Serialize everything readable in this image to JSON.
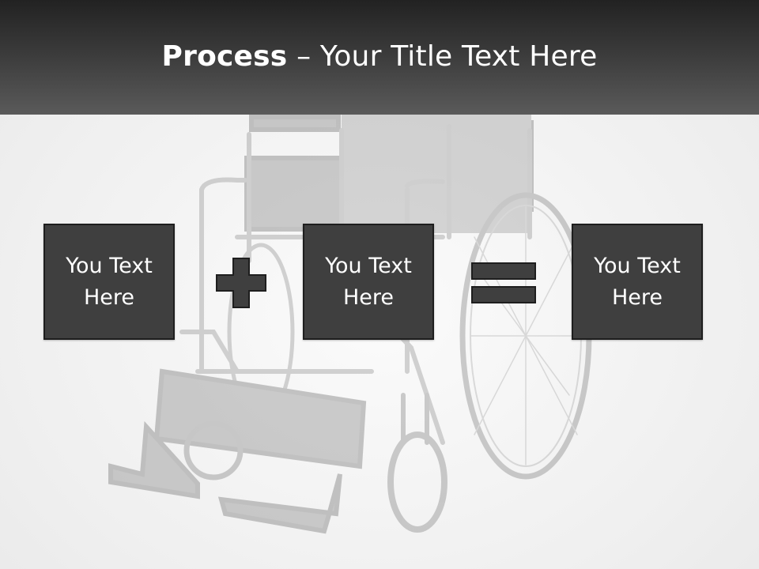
{
  "slide": {
    "title_bold": "Process",
    "title_rest": "– Your Title Text Here"
  },
  "process": {
    "boxes": [
      {
        "label": "You Text Here"
      },
      {
        "label": "You Text Here"
      },
      {
        "label": "You Text Here"
      }
    ],
    "operators": [
      "plus-icon",
      "equals-icon"
    ]
  },
  "colors": {
    "header_dark": "#222222",
    "header_light": "#5a5a5a",
    "box_fill": "#3f3f3f",
    "box_border": "#1e1e1e",
    "text": "#ffffff"
  }
}
